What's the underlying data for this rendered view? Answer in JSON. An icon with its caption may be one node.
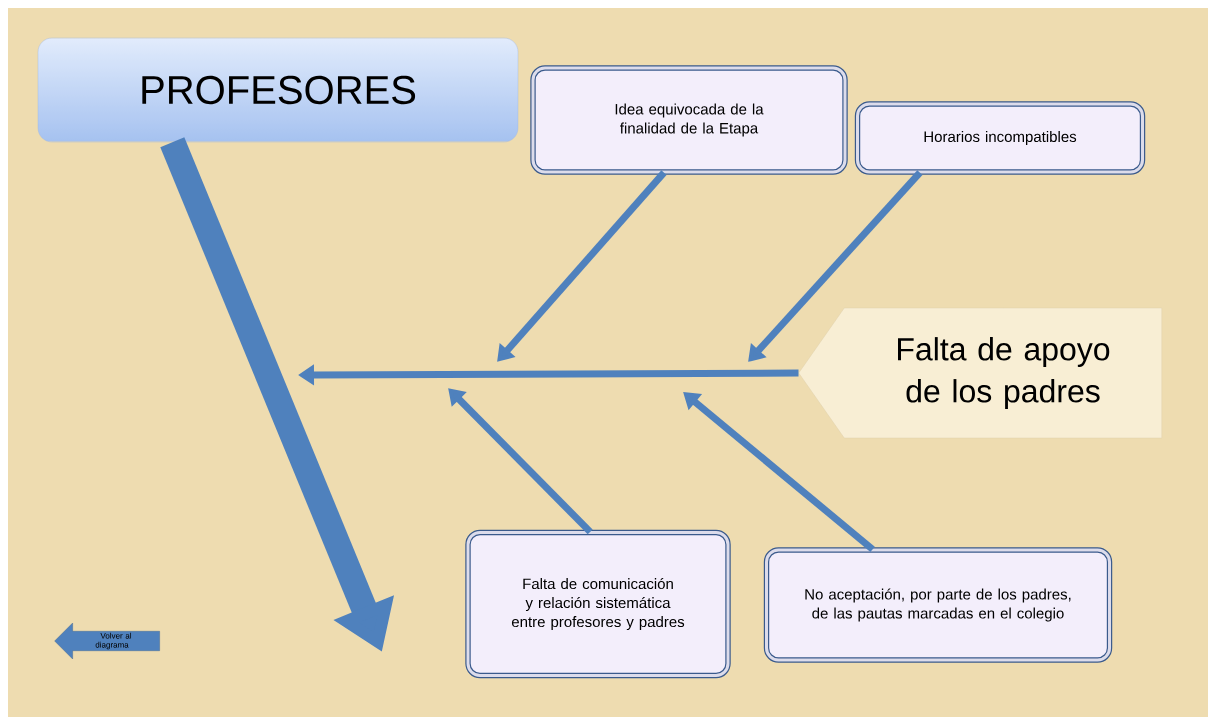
{
  "diagram": {
    "nodes": [
      {
        "text": [
          "PROFESORES"
        ]
      },
      {
        "text": [
          "Idea equivocada de la finalidad de la Etapa"
        ]
      },
      {
        "text": [
          "Horarios incompatibles"
        ]
      },
      {
        "text": [
          "Falta de apoyo de los padres"
        ]
      },
      {
        "text": [
          "Falta de comunicación y relación sistemática entre profesores y padres"
        ]
      },
      {
        "text": [
          "No aceptación, por parte de los padres, de las pautas marcadas en el colegio"
        ]
      },
      {
        "text": [
          "Volver al diagrama"
        ]
      }
    ],
    "edges": [
      {
        "from": 0,
        "to": null,
        "arrow": "to",
        "style": "thick"
      },
      {
        "from": 3,
        "to": null,
        "arrow": "to"
      },
      {
        "from": 1,
        "to": null,
        "arrow": "to"
      },
      {
        "from": 2,
        "to": null,
        "arrow": "to"
      },
      {
        "from": 4,
        "to": null,
        "arrow": "to"
      },
      {
        "from": 5,
        "to": null,
        "arrow": "to"
      }
    ]
  }
}
